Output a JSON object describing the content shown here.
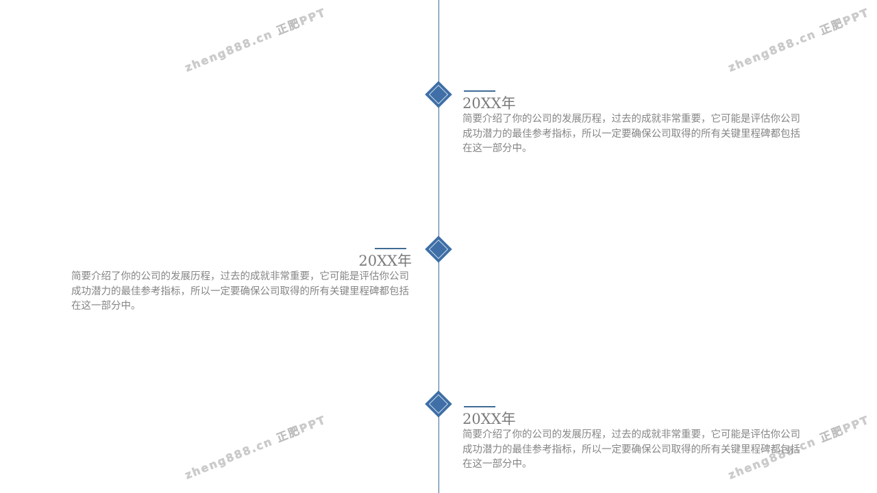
{
  "watermark": "zheng888.cn 正肥PPT",
  "accent": "#3f6fa6",
  "items": [
    {
      "year": "20XX年",
      "text": "简要介绍了你的公司的发展历程，过去的成就非常重要，它可能是评估你公司成功潜力的最佳参考指标，所以一定要确保公司取得的所有关键里程碑都包括在这一部分中。"
    },
    {
      "year": "20XX年",
      "text": "简要介绍了你的公司的发展历程，过去的成就非常重要，它可能是评估你公司成功潜力的最佳参考指标，所以一定要确保公司取得的所有关键里程碑都包括在这一部分中。"
    },
    {
      "year": "20XX年",
      "text": "简要介绍了你的公司的发展历程，过去的成就非常重要，它可能是评估你公司成功潜力的最佳参考指标，所以一定要确保公司取得的所有关键里程碑都包括在这一部分中。"
    }
  ]
}
